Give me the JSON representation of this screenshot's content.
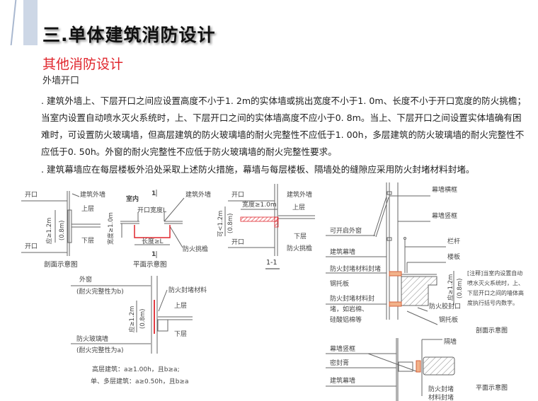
{
  "header": {
    "title": "三.单体建筑消防设计",
    "subtitle": "其他消防设计",
    "section": "外墙开口"
  },
  "body": {
    "paragraph1": ". 建筑外墙上、下层开口之间应设置高度不小于1. 2m的实体墙或挑出宽度不小于1. 0m、长度不小于开口宽度的防火挑檐；当室内设置自动喷水灭火系统时，上、下层开口之间的实体墙高度不应小于0. 8m。当上、下层开口之间设置实体墙确有困难时，可设置防火玻璃墙，但高层建筑的防火玻璃墙的耐火完整性不应低于1. 00h，多层建筑的防火玻璃墙的耐火完整性不应低于0. 50h。外窗的耐火完整性不应低于防火玻璃墙的耐火完整性要求。",
    "paragraph2": ". 建筑幕墙应在每层楼板外沿处采取上述防火措施，幕墙与每层楼板、隔墙处的缝隙应采用防火封堵材料封堵。"
  },
  "colors": {
    "accent_red": "#e0262d",
    "stripe": "#cdd7e6"
  },
  "figures": {
    "section": {
      "opening_top": "开口",
      "wall": "建筑外墙",
      "upper": "上层",
      "lower": "下层",
      "opening_bottom": "开口",
      "dim": "应≥1.2m",
      "dim2": "(0.8m)",
      "caption": "剖面示意图"
    },
    "plan": {
      "indoor": "室内",
      "mark_top": "1",
      "wall": "建筑外墙",
      "opening_width": "开口宽度L",
      "length": "长度≥L",
      "canopy": "防火挑檐",
      "mark_bottom": "1",
      "dim": "宽度≥1.0m",
      "caption": "平面示意图"
    },
    "cut": {
      "opening_top": "开口",
      "wall": "建筑外墙",
      "width": "宽度≥1.0m",
      "upper": "上层",
      "lower": "下层",
      "opening_bottom": "开口",
      "canopy": "防火挑檐",
      "dim": "可<1.2m",
      "dim2": "(0.8m)",
      "caption": "1-1"
    },
    "glass": {
      "window": "外窗",
      "window_note": "(耐火完整性为b)",
      "seal": "防火封堵材料",
      "upper": "上层",
      "lower": "下层",
      "glass_wall": "防火玻璃墙",
      "glass_note": "(耐火完整性为a)",
      "dim": "应≥1.2m",
      "dim2": "(0.8m)",
      "rule1": "高层建筑：a≥1.00h，且b≥a;",
      "rule2": "单、多层建筑：a≥0.50h，且b≥a"
    },
    "curtain_section": {
      "transom": "幕墙横框",
      "mullion": "幕墙竖框",
      "window": "可开启外窗",
      "railing": "栏杆",
      "curtain_wall": "建筑幕墙",
      "slab": "楼板",
      "seal": "防火封堵材料封堵",
      "steel_plate": "钢托板",
      "seal2_l1": "防火封堵材料封",
      "seal2_l2": "堵，如岩棉、",
      "seal2_l3": "硅酸铝棉等",
      "sealant": "防火胶封口",
      "steel_plate2": "钢托板",
      "dim": "应≥1.2m",
      "dim2": "(0.8m)",
      "note_l1": "[注释]当室内设置自动",
      "note_l2": "喷水灭火系统时，上、",
      "note_l3": "下层开口之间的墙体高",
      "note_l4": "度执行括号内数字。",
      "caption": "剖面示意图"
    },
    "curtain_plan": {
      "mullion": "幕墙竖框",
      "partition": "隔墙",
      "sealant": "密封膏",
      "curtain_wall": "建筑幕墙",
      "seal_l1": "防火封堵",
      "seal_l2": "材料封堵",
      "caption": "平面示意图"
    }
  }
}
